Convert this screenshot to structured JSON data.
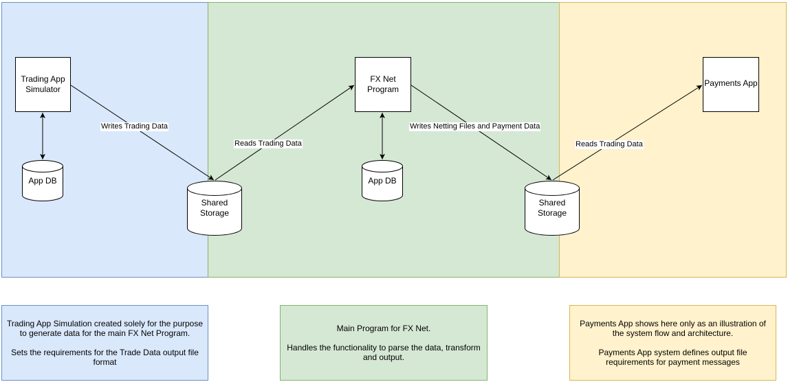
{
  "zones": {
    "trading": {
      "fill": "#dae8fc",
      "stroke": "#6c8ebf"
    },
    "fxnet": {
      "fill": "#d5e8d4",
      "stroke": "#82b366"
    },
    "payments": {
      "fill": "#fff2cc",
      "stroke": "#d6b656"
    }
  },
  "nodes": {
    "trading_app_simulator": "Trading App\nSimulator",
    "fx_net_program": "FX Net\nProgram",
    "payments_app": "Payments App",
    "app_db_trading": "App DB",
    "app_db_fxnet": "App DB",
    "shared_storage_1": "Shared\nStorage",
    "shared_storage_2": "Shared\nStorage"
  },
  "edges": {
    "writes_trading_data": "Writes Trading Data",
    "reads_trading_data_fx": "Reads Trading Data",
    "writes_netting_payment": "Writes Netting Files and Payment Data",
    "reads_trading_data_pay": "Reads Trading Data"
  },
  "notes": {
    "trading": "Trading App Simulation created solely for the purpose to generate data for the main FX Net Program.\n\nSets the requirements for the Trade Data output file format",
    "fxnet": "Main Program for FX Net.\n\nHandles the functionality to parse the data, transform and output.",
    "payments": "Payments App shows here only as an illustration of the system flow and architecture.\n\nPayments App system defines output file requirements for payment messages"
  }
}
